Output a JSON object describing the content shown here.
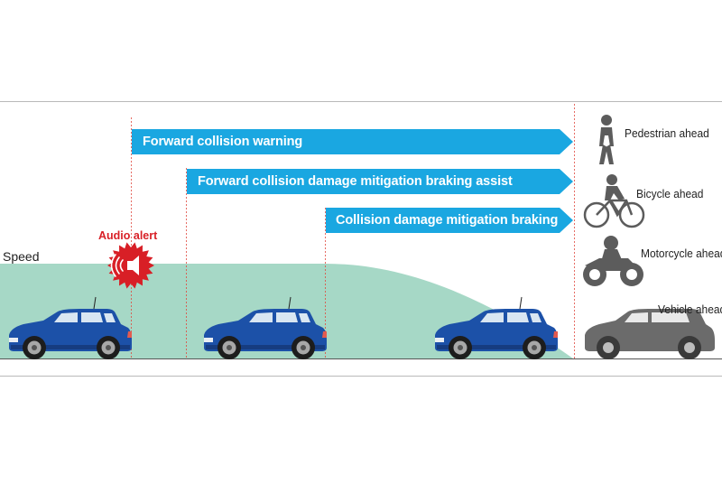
{
  "speed_axis": {
    "label": "Speed"
  },
  "audio_alert": {
    "label": "Audio alert"
  },
  "stages": [
    {
      "label": "Forward collision warning"
    },
    {
      "label": "Forward collision damage mitigation braking assist"
    },
    {
      "label": "Collision damage mitigation braking"
    }
  ],
  "detected_objects": [
    {
      "label": "Pedestrian ahead",
      "icon": "pedestrian-icon"
    },
    {
      "label": "Bicycle ahead",
      "icon": "bicycle-icon"
    },
    {
      "label": "Motorcycle ahead",
      "icon": "motorcycle-icon"
    },
    {
      "label": "Vehicle ahead",
      "icon": "car-icon"
    }
  ],
  "colors": {
    "arrow": "#1aa7e1",
    "speed_area": "#a6d8c6",
    "own_car": "#1c51a8",
    "obstacle": "#6b6b6b",
    "alert": "#d81f26"
  }
}
